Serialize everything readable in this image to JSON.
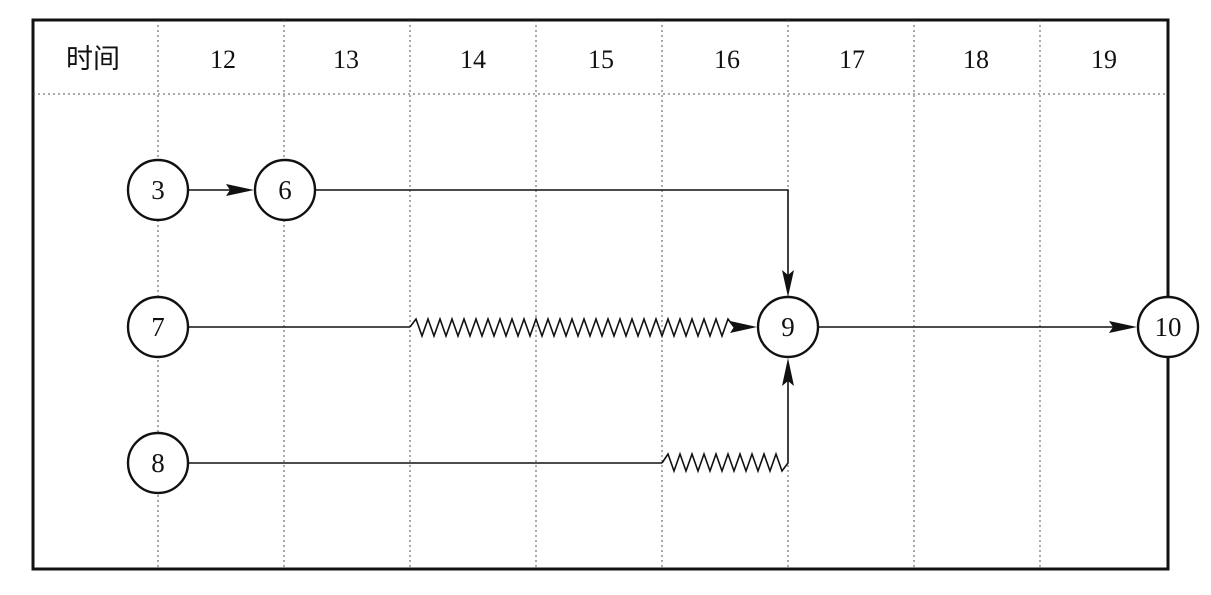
{
  "header": {
    "time_label": "时间",
    "columns": [
      "12",
      "13",
      "14",
      "15",
      "16",
      "17",
      "18",
      "19"
    ]
  },
  "nodes": [
    {
      "id": "3",
      "label": "3"
    },
    {
      "id": "6",
      "label": "6"
    },
    {
      "id": "7",
      "label": "7"
    },
    {
      "id": "8",
      "label": "8"
    },
    {
      "id": "9",
      "label": "9"
    },
    {
      "id": "10",
      "label": "10"
    }
  ],
  "edges": [
    {
      "from": "3",
      "to": "6",
      "style": "solid"
    },
    {
      "from": "6",
      "to": "9",
      "style": "solid"
    },
    {
      "from": "7",
      "to": "9",
      "style": "solid-then-wavy"
    },
    {
      "from": "8",
      "to": "9",
      "style": "solid-then-wavy"
    },
    {
      "from": "9",
      "to": "10",
      "style": "solid"
    }
  ]
}
